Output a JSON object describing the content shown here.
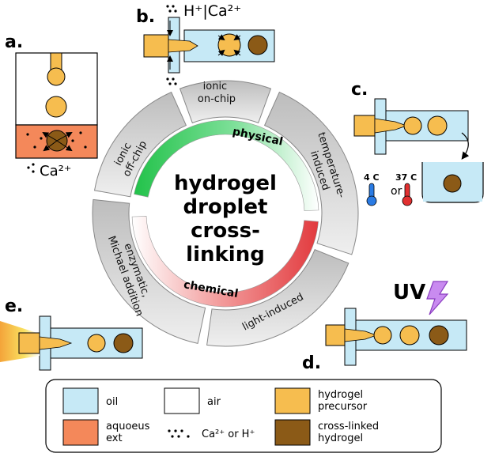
{
  "center": {
    "line1": "hydrogel",
    "line2": "droplet",
    "line3": "cross-",
    "line4": "linking"
  },
  "arcs": {
    "physical": "physical",
    "chemical": "chemical"
  },
  "segments": {
    "ionic_onchip": [
      "ionic",
      "on-chip"
    ],
    "temperature": [
      "temperature-",
      "induced"
    ],
    "light": [
      "light-induced"
    ],
    "enzymatic": [
      "enzymatic,",
      "Michael addition"
    ],
    "ionic_offchip": [
      "ionic",
      "off-chip"
    ]
  },
  "panels": {
    "a": "a.",
    "b": "b.",
    "c": "c.",
    "d": "d.",
    "e": "e."
  },
  "labels": {
    "b_ions": "H⁺|Ca²⁺",
    "a_ion": "Ca²⁺",
    "temp_cold": "4 C",
    "temp_hot": "37 C",
    "or": "or",
    "uv": "UV"
  },
  "legend": {
    "oil": "oil",
    "air": "air",
    "precursor": [
      "hydrogel",
      "precursor"
    ],
    "aqueous": [
      "aquoeus",
      "ext"
    ],
    "ions": "Ca²⁺ or H⁺",
    "crosslinked": [
      "cross-linked",
      "hydrogel"
    ]
  },
  "colors": {
    "oil": "#c6e9f6",
    "aqueous": "#f4885a",
    "precursor": "#f6bd4f",
    "crosslinked": "#8b5a17",
    "segment": "#c9c9c9",
    "physical": "#2ec95a",
    "chemical": "#e8484b",
    "uv": "#b24ee6"
  }
}
